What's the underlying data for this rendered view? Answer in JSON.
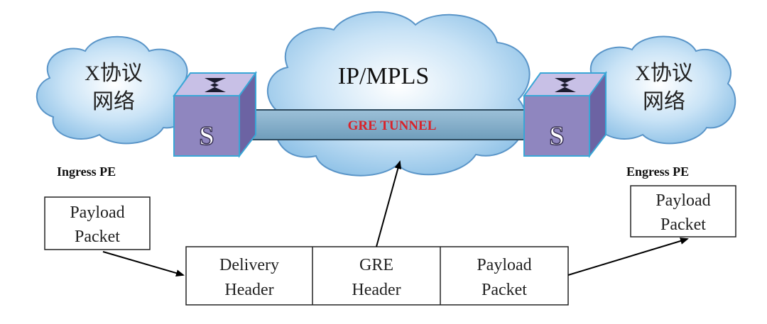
{
  "clouds": {
    "left_line1": "X协议",
    "left_line2": "网络",
    "center": "IP/MPLS",
    "right_line1": "X协议",
    "right_line2": "网络"
  },
  "tunnel": {
    "label": "GRE TUNNEL"
  },
  "devices": {
    "left_switch_letter": "S",
    "right_switch_letter": "S",
    "left_label": "Ingress PE",
    "right_label": "Engress PE"
  },
  "packets": {
    "left_payload_line1": "Payload",
    "left_payload_line2": "Packet",
    "right_payload_line1": "Payload",
    "right_payload_line2": "Packet"
  },
  "encapsulated": {
    "delivery_line1": "Delivery",
    "delivery_line2": "Header",
    "gre_line1": "GRE",
    "gre_line2": "Header",
    "payload_line1": "Payload",
    "payload_line2": "Packet"
  },
  "colors": {
    "cloud_fill": "#a9d2ef",
    "cloud_stroke": "#3a7fc0",
    "tunnel_fill": "#7aa6c2",
    "tunnel_label": "#d9222a",
    "switch_front": "#8f86bf",
    "switch_top": "#c8c0e6",
    "switch_side": "#6c63a3",
    "switch_outline": "#3aa6d6"
  }
}
